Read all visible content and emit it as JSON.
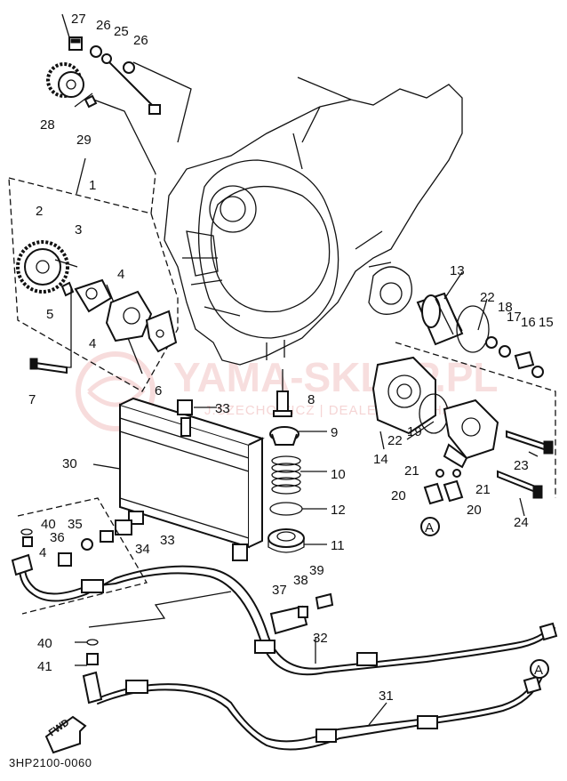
{
  "diagram_code": "3HP2100-0060",
  "watermark": {
    "brand": "YAMA-SKLEP.PL",
    "subline": "J.SZECHOWICZ | DEALER YAMAHA"
  },
  "fwd_label": "FWD",
  "circle_marker": "A",
  "callouts": [
    "27",
    "26",
    "25",
    "26",
    "28",
    "29",
    "1",
    "2",
    "3",
    "5",
    "4",
    "4",
    "6",
    "7",
    "13",
    "22",
    "18",
    "17",
    "16",
    "15",
    "8",
    "33",
    "9",
    "14",
    "22",
    "19",
    "23",
    "30",
    "10",
    "21",
    "21",
    "20",
    "20",
    "12",
    "24",
    "11",
    "40",
    "35",
    "36",
    "33",
    "34",
    "4",
    "39",
    "38",
    "37",
    "32",
    "40",
    "41",
    "31",
    "A",
    "A"
  ],
  "colors": {
    "line": "#111111",
    "paper": "#ffffff",
    "watermark": "#f2c4c4"
  }
}
